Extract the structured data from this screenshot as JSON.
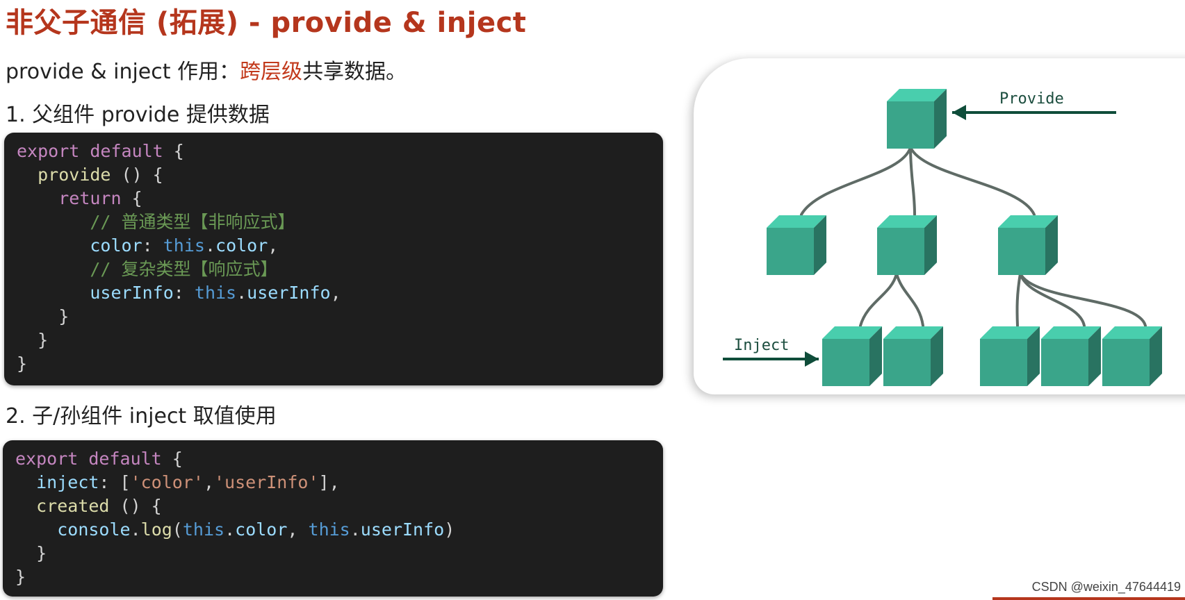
{
  "title": "非父子通信 (拓展) - provide & inject",
  "intro": {
    "prefix": "provide & inject 作用：",
    "highlight": "跨层级",
    "suffix": "共享数据。"
  },
  "step1": "1. 父组件 provide 提供数据",
  "step2": "2. 子/孙组件 inject 取值使用",
  "code1": [
    [
      [
        "kw",
        "export default"
      ],
      [
        "t",
        " {"
      ]
    ],
    [
      [
        "t",
        "  "
      ],
      [
        "fn",
        "provide"
      ],
      [
        "t",
        " () {"
      ]
    ],
    [
      [
        "t",
        "    "
      ],
      [
        "kw",
        "return"
      ],
      [
        "t",
        " {"
      ]
    ],
    [
      [
        "t",
        "       "
      ],
      [
        "cm",
        "// 普通类型【非响应式】"
      ]
    ],
    [
      [
        "t",
        "       "
      ],
      [
        "prop",
        "color"
      ],
      [
        "t",
        ": "
      ],
      [
        "this",
        "this"
      ],
      [
        "t",
        "."
      ],
      [
        "prop",
        "color"
      ],
      [
        "t",
        ","
      ]
    ],
    [
      [
        "t",
        "       "
      ],
      [
        "cm",
        "// 复杂类型【响应式】"
      ]
    ],
    [
      [
        "t",
        "       "
      ],
      [
        "prop",
        "userInfo"
      ],
      [
        "t",
        ": "
      ],
      [
        "this",
        "this"
      ],
      [
        "t",
        "."
      ],
      [
        "prop",
        "userInfo"
      ],
      [
        "t",
        ","
      ]
    ],
    [
      [
        "t",
        "    }"
      ]
    ],
    [
      [
        "t",
        "  }"
      ]
    ],
    [
      [
        "t",
        "}"
      ]
    ]
  ],
  "code2": [
    [
      [
        "kw",
        "export default"
      ],
      [
        "t",
        " {"
      ]
    ],
    [
      [
        "t",
        "  "
      ],
      [
        "prop",
        "inject"
      ],
      [
        "t",
        ": ["
      ],
      [
        "str",
        "'color'"
      ],
      [
        "t",
        ","
      ],
      [
        "str",
        "'userInfo'"
      ],
      [
        "t",
        "],"
      ]
    ],
    [
      [
        "t",
        "  "
      ],
      [
        "fn",
        "created"
      ],
      [
        "t",
        " () {"
      ]
    ],
    [
      [
        "t",
        "    "
      ],
      [
        "prop",
        "console"
      ],
      [
        "t",
        "."
      ],
      [
        "fn",
        "log"
      ],
      [
        "t",
        "("
      ],
      [
        "this",
        "this"
      ],
      [
        "t",
        "."
      ],
      [
        "prop",
        "color"
      ],
      [
        "t",
        ", "
      ],
      [
        "this",
        "this"
      ],
      [
        "t",
        "."
      ],
      [
        "prop",
        "userInfo"
      ],
      [
        "t",
        ")"
      ]
    ],
    [
      [
        "t",
        "  }"
      ]
    ],
    [
      [
        "t",
        "}"
      ]
    ]
  ],
  "diagram": {
    "provide_label": "Provide",
    "inject_label": "Inject",
    "cube_color": "#3aa58a",
    "arrow_color": "#0f4d3a"
  },
  "watermark": "CSDN @weixin_47644419"
}
